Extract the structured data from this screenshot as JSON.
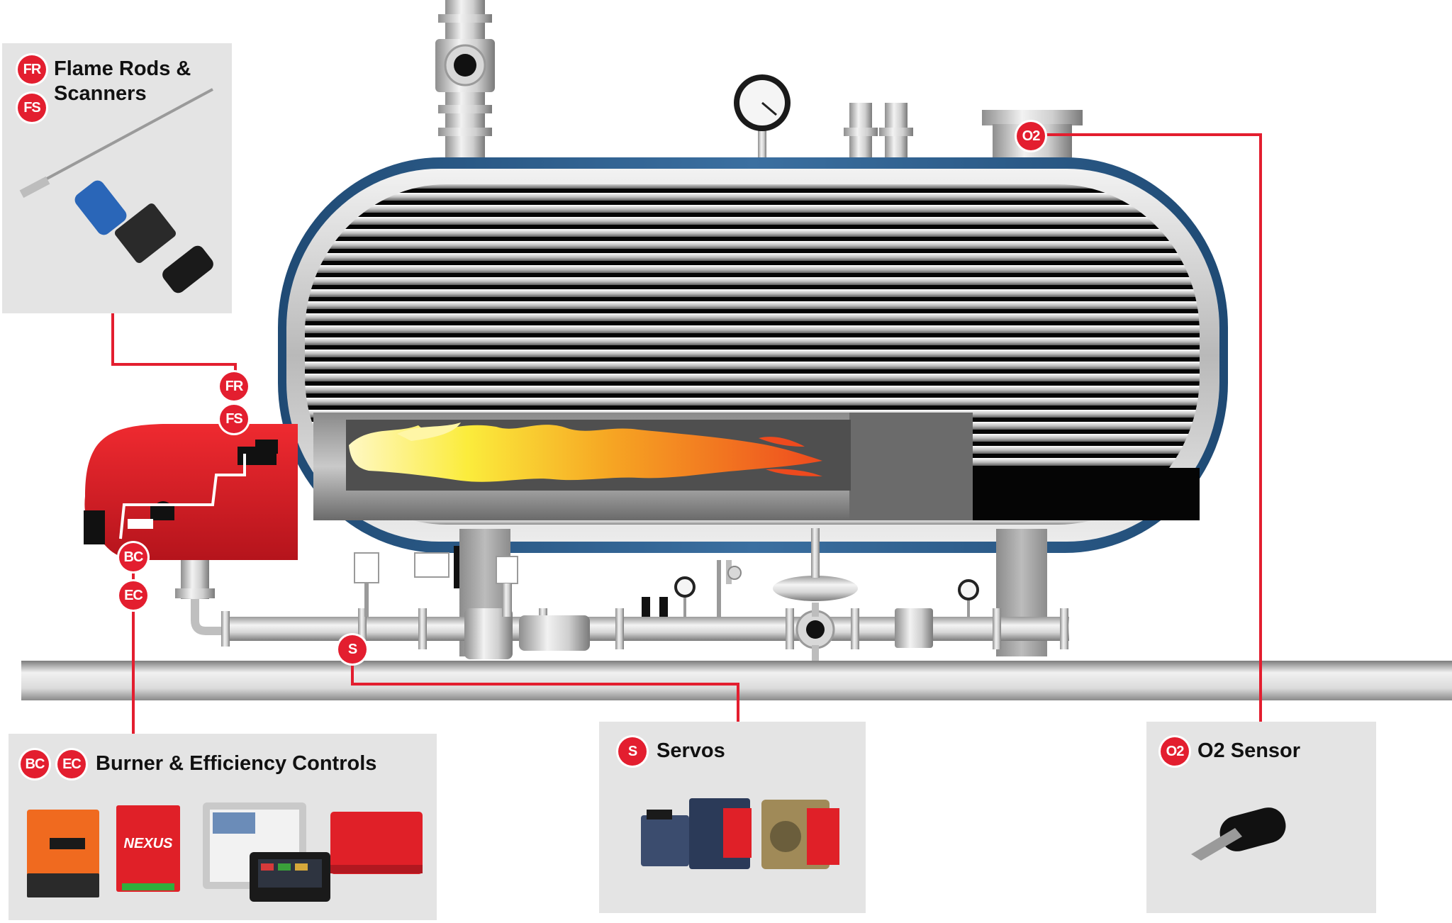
{
  "diagram": {
    "colors": {
      "accent_red": "#e31e2f",
      "line_red": "#e31e2f",
      "vessel_blue": "#2e5f8e",
      "panel_gray": "#e4e4e4",
      "burner_red": "#d81d25",
      "flame_yellow": "#f7e600",
      "flame_orange": "#f26522"
    },
    "panels": {
      "flame": {
        "title_line1": "Flame Rods &",
        "title_line2": "Scanners",
        "badges": [
          "FR",
          "FS"
        ],
        "icons": [
          "flame-rod-icon",
          "flame-scanner-icon"
        ]
      },
      "burner": {
        "title": "Burner & Efficiency Controls",
        "badges": [
          "BC",
          "EC"
        ],
        "icons": [
          "actuator-icon",
          "nexus-controller-icon",
          "touchscreen-display-icon",
          "control-module-icon"
        ],
        "device_label": "NEXUS"
      },
      "servos": {
        "title": "Servos",
        "badge": "S",
        "icons": [
          "servo-motor-icon"
        ]
      },
      "o2": {
        "title": "O2 Sensor",
        "badge": "O2",
        "icons": [
          "o2-probe-icon"
        ]
      }
    },
    "tags": {
      "fr": "FR",
      "fs": "FS",
      "bc": "BC",
      "ec": "EC",
      "s": "S",
      "o2": "O2"
    }
  }
}
